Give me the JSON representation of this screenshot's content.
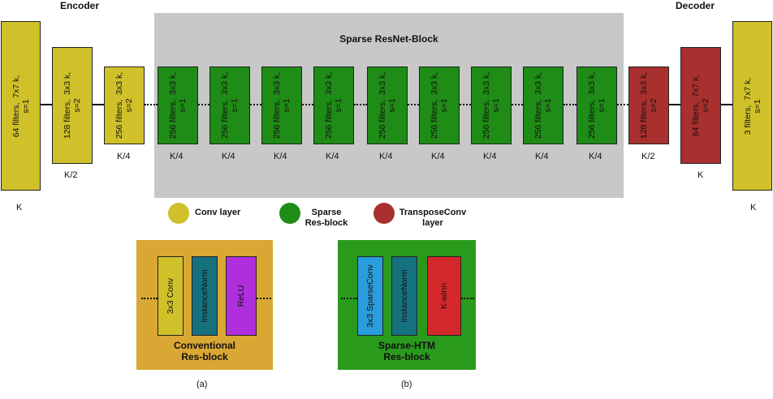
{
  "encoder_title": "Encoder",
  "decoder_title": "Decoder",
  "sparse_title": "Sparse ResNet-Block",
  "encoder_blocks": [
    {
      "text": "64 filters,  7x7 k,\ns=1",
      "size": "K"
    },
    {
      "text": "128 filters,  3x3 k,\ns=2",
      "size": "K/2"
    },
    {
      "text": "256 filters,  3x3 k,\ns=2",
      "size": "K/4"
    }
  ],
  "res_blocks": [
    {
      "text": "256 filters,  3x3 k,\ns=1",
      "size": "K/4"
    },
    {
      "text": "256 filters,  3x3 k,\ns=1",
      "size": "K/4"
    },
    {
      "text": "256 filters,  3x3 k,\ns=1",
      "size": "K/4"
    },
    {
      "text": "256 filters,  3x3 k,\ns=1",
      "size": "K/4"
    },
    {
      "text": "256 filters,  3x3 k,\ns=1",
      "size": "K/4"
    },
    {
      "text": "256 filters,  3x3 k,\ns=1",
      "size": "K/4"
    },
    {
      "text": "256 filters,  3x3 k,\ns=1",
      "size": "K/4"
    },
    {
      "text": "256 filters,  3x3 k,\ns=1",
      "size": "K/4"
    },
    {
      "text": "256 filters,  3x3 k,\ns=1",
      "size": "K/4"
    }
  ],
  "decoder_blocks": [
    {
      "text": "128 filters,  3x3 k,\ns=2",
      "size": "K/2"
    },
    {
      "text": "64 filters,  7x7 k,\ns=2",
      "size": "K"
    },
    {
      "text": "3 filters,  7x7 k,\ns=1",
      "size": "K"
    }
  ],
  "legend": {
    "conv": "Conv layer",
    "sparse_res": "Sparse\nRes-block",
    "transpose": "TransposeConv\nlayer"
  },
  "colors": {
    "conv": "#d0c12a",
    "res": "#1e8c16",
    "transpose": "#a8302e",
    "panel_a": "#d9a733",
    "panel_b": "#2a9a1c"
  },
  "panel_a": {
    "layers": [
      "3x3 Conv",
      "InstanceNorm",
      "ReLU"
    ],
    "layer_colors": [
      "#d0c12a",
      "#16717f",
      "#b02fdc"
    ],
    "caption": "Conventional\nRes-block",
    "label": "(a)"
  },
  "panel_b": {
    "layers": [
      "3x3 SparseConv",
      "InstanceNorm",
      "K-winn"
    ],
    "layer_colors": [
      "#2a9ddc",
      "#16717f",
      "#d4282a"
    ],
    "caption": "Sparse-HTM\nRes-block",
    "label": "(b)"
  }
}
